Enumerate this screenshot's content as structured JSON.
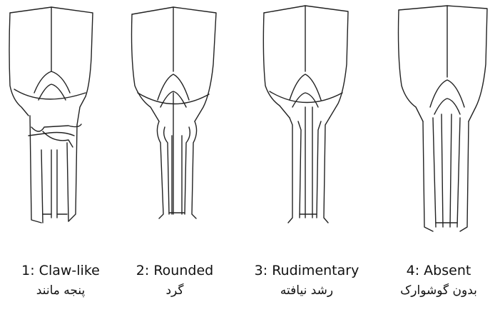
{
  "figure": {
    "colors": {
      "line": "#222222",
      "background": "#ffffff",
      "text": "#111111"
    },
    "panels": [
      {
        "id": "claw-like",
        "label_en": "1: Claw-like",
        "label_fa": "پنجه مانند"
      },
      {
        "id": "rounded",
        "label_en": "2: Rounded",
        "label_fa": "گرد"
      },
      {
        "id": "rudimentary",
        "label_en": "3: Rudimentary",
        "label_fa": "رشد نیافته"
      },
      {
        "id": "absent",
        "label_en": "4: Absent",
        "label_fa": "بدون گوشوارک"
      }
    ]
  }
}
